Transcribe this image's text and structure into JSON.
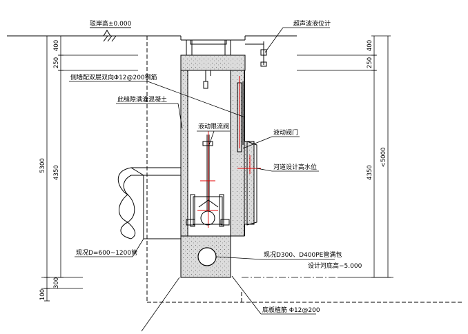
{
  "labels": {
    "bank_elevation": "驳岸高±0.000",
    "ultrasonic_gauge": "超声波液位计",
    "side_wall_rebar": "侧墙配双层双向Φ12@200钢筋",
    "concrete_fill": "此缝隙满灌混凝土",
    "hydraulic_valve": "液动限流阀",
    "hydraulic_gate": "液动阀门",
    "design_high_water": "河道设计高水位",
    "existing_pipe": "现况D=600~1200管",
    "pe_pipe": "现况D300、D400PE管满包",
    "design_riverbed": "设计河底高−5.000",
    "bottom_rebar": "底板植筋 Φ12@200"
  },
  "dimensions": {
    "left": [
      "400",
      "250",
      "5300",
      "4350",
      "300",
      "100"
    ],
    "right": [
      "400",
      "250",
      "4350",
      "<5000"
    ]
  },
  "colors": {
    "line": "#000000",
    "red": "#e00000",
    "concrete": "#d9d9d9"
  }
}
